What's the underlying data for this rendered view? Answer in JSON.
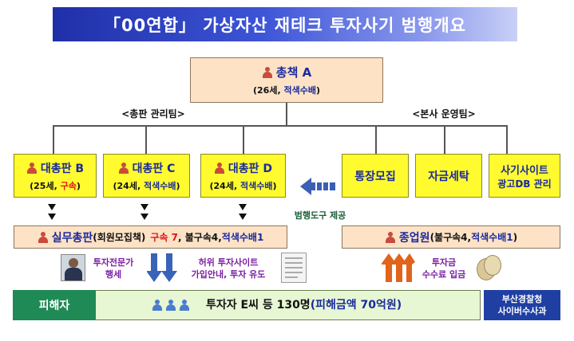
{
  "title": "「00연합」 가상자산 재테크 투자사기 범행개요",
  "top": {
    "name": "총책 A",
    "age": "(26세, ",
    "status": "적색수배",
    "close": ")"
  },
  "labels": {
    "left_team": "<총판 관리팀>",
    "right_team": "<본사 운영팀>"
  },
  "distributors": [
    {
      "name": "대총판 B",
      "age": "(25세, ",
      "status": "구속",
      "close": ")"
    },
    {
      "name": "대총판 C",
      "age": "(24세, ",
      "status": "적색수배",
      "close": ")"
    },
    {
      "name": "대총판 D",
      "age": "(24세, ",
      "status": "적색수배",
      "close": ")"
    }
  ],
  "hq": [
    {
      "lines": [
        "통장모집"
      ]
    },
    {
      "lines": [
        "자금세탁"
      ]
    },
    {
      "lines": [
        "사기사이트",
        "광고DB 관리"
      ]
    }
  ],
  "tools_label": "범행도구 제공",
  "staff": {
    "name": "실무총판",
    "paren": "(회원모집책)",
    "arrested": "구속 7",
    "others": ", 불구속4, ",
    "status": "적색수배1"
  },
  "employees": {
    "name": "종업원",
    "paren": "(불구속4, ",
    "status": "적색수배1",
    "close": ")"
  },
  "notes": {
    "expert": [
      "투자전문가",
      "행세"
    ],
    "fake_site": [
      "허위 투자사이트",
      "가입안내, 투자 유도"
    ],
    "fee": [
      "투자금",
      "수수료 입금"
    ]
  },
  "victims": {
    "label": "피해자",
    "text": "투자자 E씨 등 130명",
    "damage": "(피해금액 70억원)"
  },
  "police": [
    "부산경찰청",
    "사이버수사과"
  ],
  "colors": {
    "title_bar": "#2a3fc4",
    "top_box": "#fde2c6",
    "dist_box": "#fffb2f",
    "victim_label": "#1f8a55",
    "police": "#1f3fa3"
  }
}
